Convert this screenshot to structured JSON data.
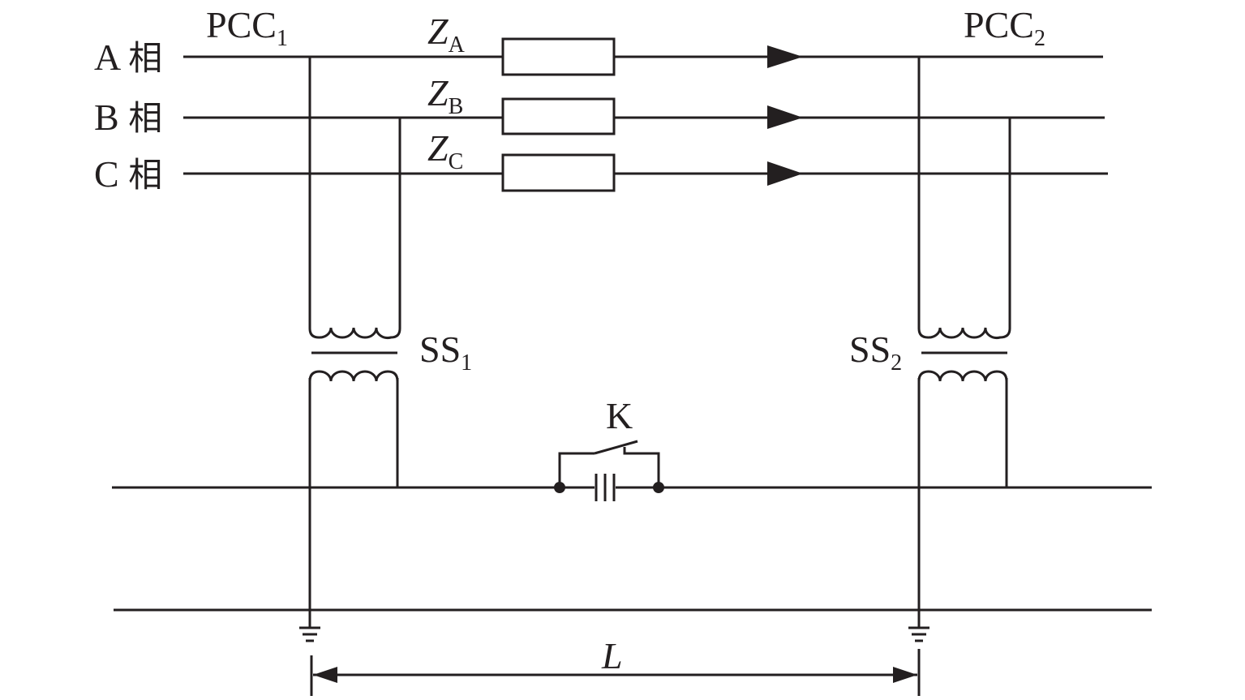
{
  "phases": [
    {
      "letter": "A",
      "suffix": "相",
      "impedance": "Z",
      "impedance_sub": "A"
    },
    {
      "letter": "B",
      "suffix": "相",
      "impedance": "Z",
      "impedance_sub": "B"
    },
    {
      "letter": "C",
      "suffix": "相",
      "impedance": "Z",
      "impedance_sub": "C"
    }
  ],
  "pcc1": {
    "main": "PCC",
    "sub": "1"
  },
  "pcc2": {
    "main": "PCC",
    "sub": "2"
  },
  "ss1": {
    "main": "SS",
    "sub": "1"
  },
  "ss2": {
    "main": "SS",
    "sub": "2"
  },
  "switch_label": "K",
  "distance_label": "L"
}
